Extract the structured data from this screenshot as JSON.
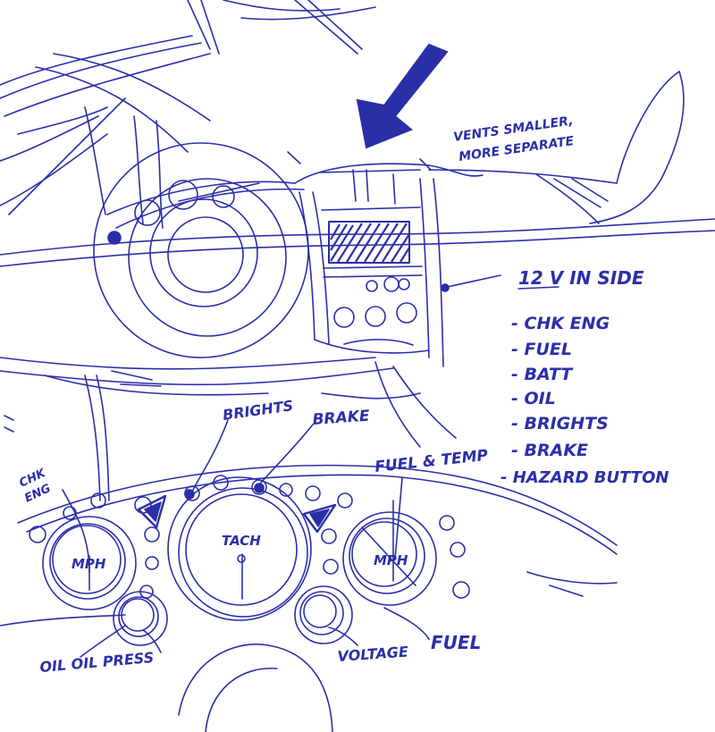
{
  "ink_color": "#2a2fa8",
  "dash": {
    "note_vents": [
      "VENTS SMALLER,",
      "MORE SEPARATE"
    ],
    "note_12v": "12 V IN SIDE",
    "indicator_list": [
      "- CHK ENG",
      "- FUEL",
      "- BATT",
      "- OIL",
      "- BRIGHTS",
      "- BRAKE",
      "- HAZARD BUTTON"
    ]
  },
  "cluster": {
    "label_brights": "BRIGHTS",
    "label_brake": "BRAKE",
    "label_chk_eng": [
      "CHK",
      "ENG"
    ],
    "label_fuel_temp": "FUEL & TEMP",
    "label_tach": "TACH",
    "label_mph_left": "MPH",
    "label_mph_right": "MPH",
    "label_oil_press": "OIL OIL PRESS",
    "label_voltage": "VOLTAGE",
    "label_fuel": "FUEL"
  }
}
